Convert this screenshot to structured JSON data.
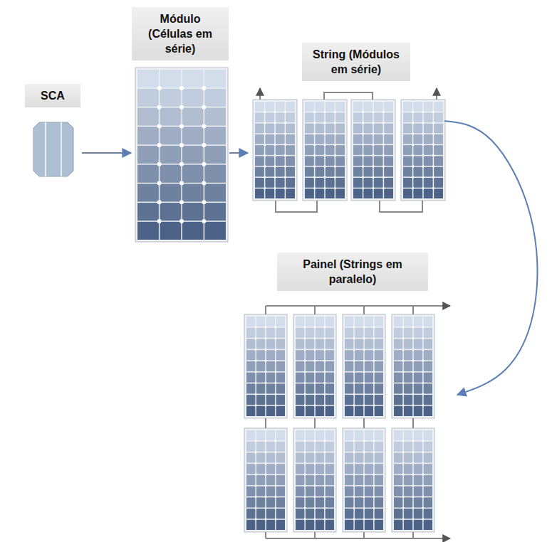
{
  "diagram": {
    "nodes": [
      {
        "text": [
          "SCA"
        ]
      },
      {
        "text": [
          "Módulo (Células em série)"
        ]
      },
      {
        "text": [
          "String (Módulos em série)"
        ]
      },
      {
        "text": [
          "Painel (Strings em paralelo)"
        ]
      }
    ],
    "edges": [
      {
        "from": 0,
        "to": 1,
        "arrow": "to"
      },
      {
        "from": 1,
        "to": 2,
        "arrow": "to"
      },
      {
        "from": 2,
        "to": 3,
        "arrow": "to"
      }
    ]
  }
}
